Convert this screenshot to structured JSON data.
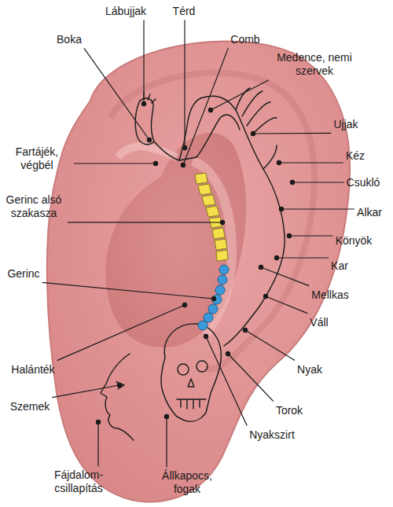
{
  "diagram": {
    "labels": [
      "Lábujjak",
      "Térd",
      "Comb",
      "Medence, nemi szervek",
      "Boka",
      "Ujjak",
      "Fartájék, végbél",
      "Kéz",
      "Csukló",
      "Gerinc alsó szakasza",
      "Alkar",
      "Könyök",
      "Gerinc",
      "Kar",
      "Mellkas",
      "Váll",
      "Halánték",
      "Nyak",
      "Szemek",
      "Torok",
      "Nyakszirt",
      "Fájdalom-csillapítás",
      "Állkapocs, fogak"
    ]
  }
}
